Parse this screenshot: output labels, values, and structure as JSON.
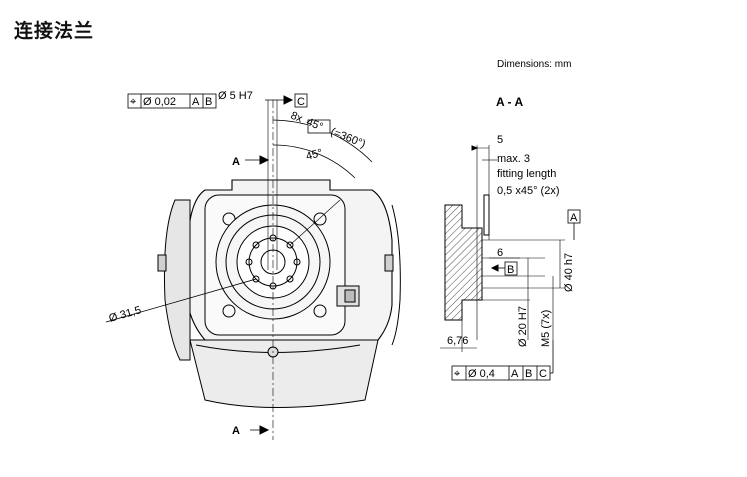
{
  "page": {
    "title": "连接法兰"
  },
  "diagram": {
    "units_note": "Dimensions: mm",
    "section_title": "A - A",
    "section_marker": "A",
    "front_view": {
      "flatness_tol": {
        "symbol": "⌖",
        "value": "Ø 0,02",
        "refs": [
          "A",
          "B"
        ]
      },
      "bore": "Ø 5 H7",
      "datum_c": "C",
      "bolt_pattern_prefix": "8x",
      "bolt_pattern_angle": "45°",
      "bolt_pattern_total": "(=360°)",
      "angle": "45°",
      "pitch_circle": "Ø 31,5"
    },
    "section_view": {
      "dim_5": "5",
      "max3": "max. 3",
      "fitting_length": "fitting length",
      "chamfer": "0,5 x45° (2x)",
      "datum_a": "A",
      "dim_6": "6",
      "datum_b": "B",
      "d40": "Ø 40 h7",
      "d20": "Ø 20 H7",
      "m5": "M5 (7x)",
      "dim_676": "6,76",
      "position_tol": {
        "symbol": "⌖",
        "value": "Ø 0,4",
        "refs": [
          "A",
          "B",
          "C"
        ]
      }
    }
  }
}
